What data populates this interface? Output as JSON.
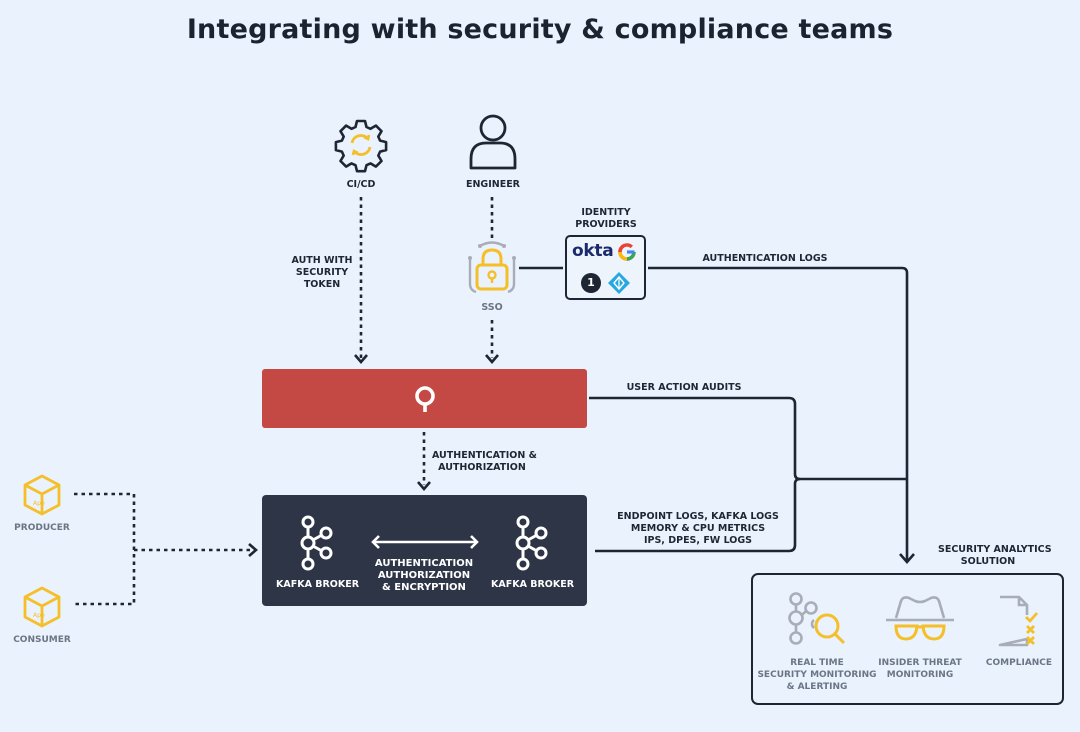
{
  "title": "Integrating with security & compliance teams",
  "colors": {
    "background": "#e9f2fd",
    "line": "#1f2633",
    "accent_yellow": "#f5bf2a",
    "gray_icon": "#a8adb8",
    "platform_red": "#c44844",
    "kafka_box": "#2e3546"
  },
  "nodes": {
    "cicd": {
      "label": "CI/CD",
      "icon": "gear-sync-icon"
    },
    "engineer": {
      "label": "ENGINEER",
      "icon": "user-icon"
    },
    "sso": {
      "label": "SSO",
      "icon": "padlock-icon"
    },
    "identity_providers": {
      "label_line1": "IDENTITY",
      "label_line2": "PROVIDERS",
      "logos": [
        "okta",
        "google",
        "1password",
        "azure-ad"
      ],
      "okta_text": "okta",
      "onepassword_text": "1"
    },
    "platform": {
      "icon": "platform-logo-icon"
    },
    "kafka": {
      "broker_left": "KAFKA BROKER",
      "broker_right": "KAFKA BROKER",
      "link_line1": "AUTHENTICATION",
      "link_line2": "AUTHORIZATION",
      "link_line3": "& ENCRYPTION"
    },
    "producer": {
      "label": "PRODUCER",
      "icon": "app-box-icon",
      "icon_text": "App"
    },
    "consumer": {
      "label": "CONSUMER",
      "icon": "app-box-icon",
      "icon_text": "App"
    },
    "security_analytics": {
      "label_line1": "SECURITY ANALYTICS",
      "label_line2": "SOLUTION",
      "items": [
        {
          "line1": "REAL TIME",
          "line2": "SECURITY MONITORING",
          "line3": "& ALERTING",
          "icon": "monitoring-search-icon"
        },
        {
          "line1": "INSIDER THREAT",
          "line2": "MONITORING",
          "icon": "spy-hat-icon"
        },
        {
          "line1": "COMPLIANCE",
          "icon": "checklist-document-icon"
        }
      ]
    }
  },
  "edges": {
    "auth_token": {
      "line1": "AUTH WITH",
      "line2": "SECURITY",
      "line3": "TOKEN"
    },
    "auth_logs": "AUTHENTICATION LOGS",
    "user_audits": "USER ACTION AUDITS",
    "authn_authz": {
      "line1": "AUTHENTICATION &",
      "line2": "AUTHORIZATION"
    },
    "endpoint_logs": {
      "line1": "ENDPOINT LOGS, KAFKA LOGS",
      "line2": "MEMORY & CPU METRICS",
      "line3": "IPS, DPES, FW LOGS"
    }
  }
}
